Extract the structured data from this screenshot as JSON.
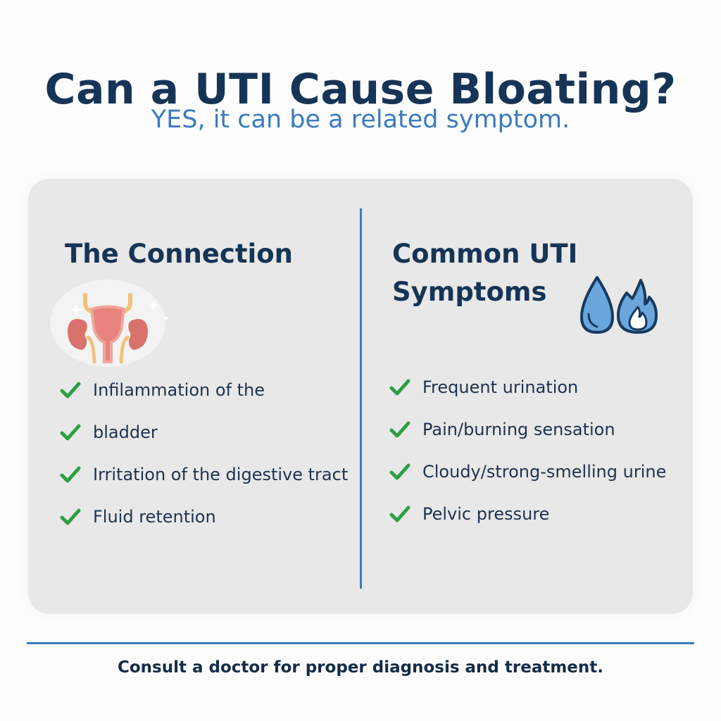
{
  "header": {
    "title": "Can a UTI Cause Bloating?",
    "subtitle": "YES, it can be a related symptom."
  },
  "connection": {
    "title": "The Connection",
    "icon": "urinary-system-icon",
    "items": [
      "Infilammation of the",
      "bladder",
      "Irritation of the digestive tract",
      "Fluid retention"
    ]
  },
  "symptoms": {
    "title_line1": "Common UTI",
    "title_line2": "Symptoms",
    "icons": [
      "water-drop-icon",
      "flame-icon"
    ],
    "items": [
      "Frequent urination",
      "Pain/burning sensation",
      "Cloudy/strong-smelling urine",
      "Pelvic pressure"
    ]
  },
  "footer": {
    "note": "Consult a doctor for proper diagnosis and treatment."
  },
  "colors": {
    "title": "#163456",
    "accent": "#3a7bbf",
    "check": "#2e9e44",
    "card": "#e8e8e8"
  }
}
